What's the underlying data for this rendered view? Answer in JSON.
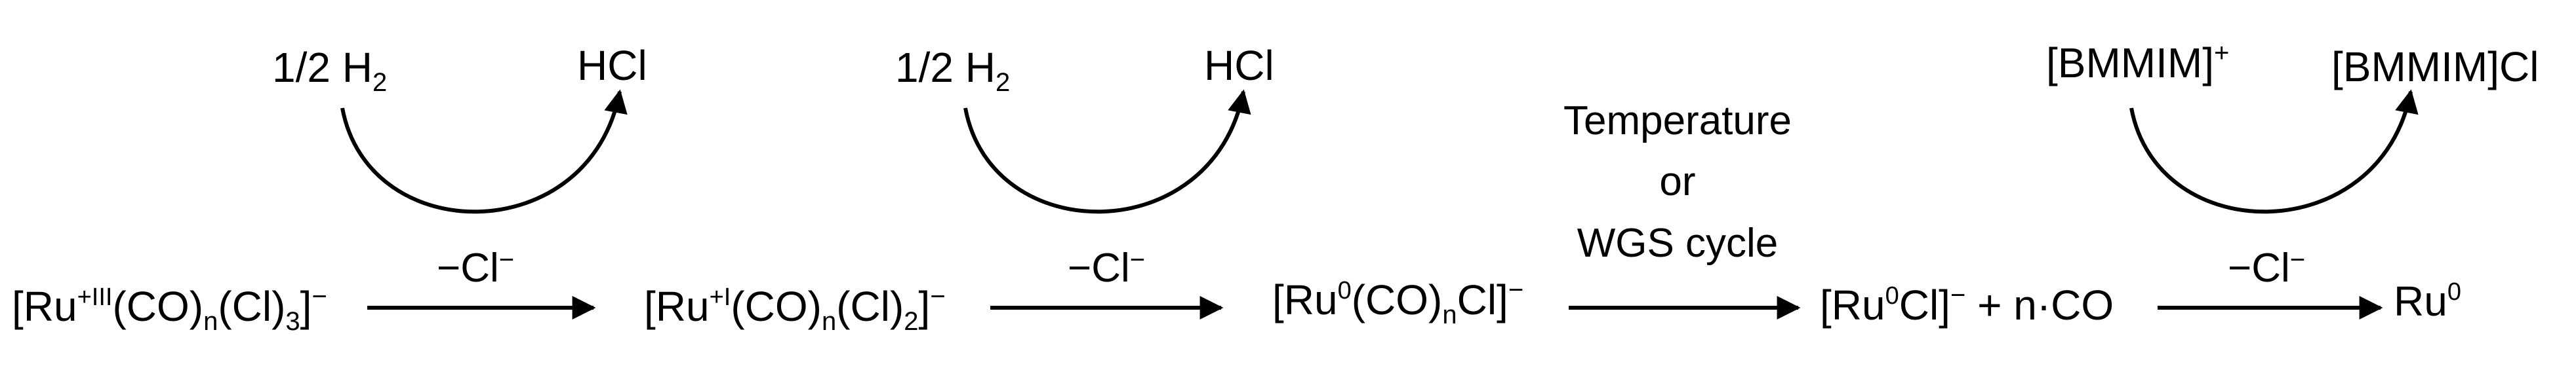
{
  "steps": [
    {
      "reactant": {
        "prefix": "[Ru",
        "ox": "+III",
        "mid1": "(CO)",
        "sub1": "n",
        "mid2": "(Cl)",
        "sub2": "3",
        "suffix": "]",
        "charge": "−"
      },
      "arrow_label": {
        "main": "−Cl",
        "sup": "−"
      },
      "cycle": {
        "in": {
          "main": "1/2 H",
          "sub": "2"
        },
        "out": "HCl"
      }
    },
    {
      "reactant": {
        "prefix": "[Ru",
        "ox": "+I",
        "mid1": "(CO)",
        "sub1": "n",
        "mid2": "(Cl)",
        "sub2": "2",
        "suffix": "]",
        "charge": "−"
      },
      "arrow_label": {
        "main": "−Cl",
        "sup": "−"
      },
      "cycle": {
        "in": {
          "main": "1/2 H",
          "sub": "2"
        },
        "out": "HCl"
      }
    },
    {
      "reactant": {
        "prefix": "[Ru",
        "ox": "0",
        "mid1": "(CO)",
        "sub1": "n",
        "mid2": "Cl",
        "suffix": "]",
        "charge": "−"
      },
      "arrow_label": {
        "line1": "Temperature",
        "line2": "or",
        "line3": "WGS cycle"
      }
    },
    {
      "reactant": {
        "prefix": "[Ru",
        "ox": "0",
        "mid1": "Cl",
        "suffix": "]",
        "charge": "−",
        "extra": " + n·CO"
      },
      "arrow_label": {
        "main": "−Cl",
        "sup": "−"
      },
      "cycle": {
        "in": {
          "main": "[BMMIM]",
          "sup": "+"
        },
        "out": "[BMMIM]Cl"
      }
    }
  ],
  "product": {
    "main": "Ru",
    "sup": "0"
  }
}
